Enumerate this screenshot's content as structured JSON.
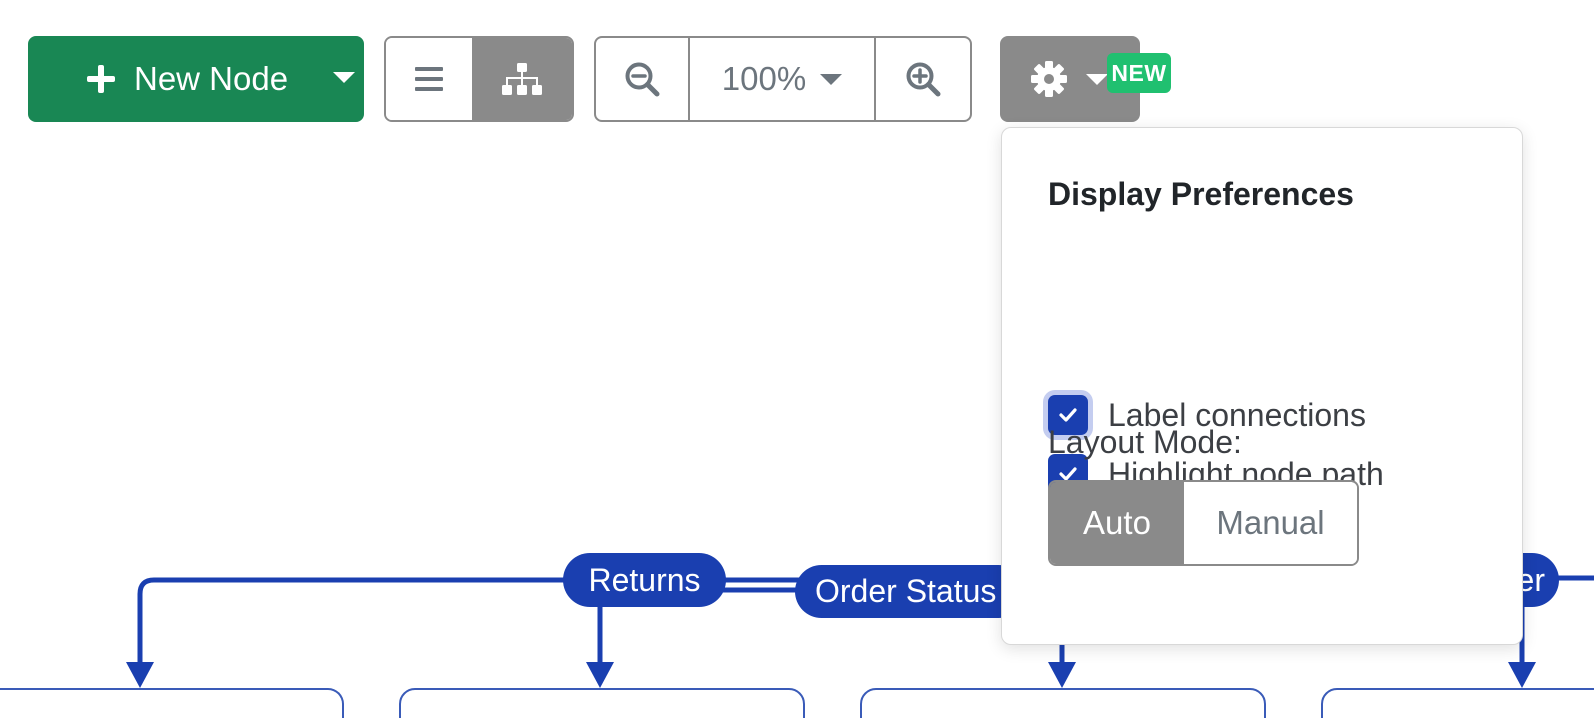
{
  "toolbar": {
    "new_node_label": "New Node",
    "zoom_value": "100%",
    "badge": "NEW"
  },
  "diagram": {
    "edge_labels": [
      "Returns",
      "Order Status",
      "er"
    ]
  },
  "preferences": {
    "title": "Display Preferences",
    "options": [
      {
        "label": "Label connections",
        "checked": true
      },
      {
        "label": "Highlight node path",
        "checked": true
      }
    ],
    "layout_mode_label": "Layout Mode:",
    "layout_modes": [
      "Auto",
      "Manual"
    ],
    "layout_mode_selected": "Auto"
  },
  "colors": {
    "primary_green": "#198754",
    "secondary_gray": "#8a8a8a",
    "accent_blue": "#1a3fb0",
    "badge_green": "#20c070"
  },
  "icons": {
    "add": "plus-icon",
    "dropdown": "caret-down-icon",
    "list_view": "list-icon",
    "tree_view": "sitemap-icon",
    "zoom_out": "zoom-out-icon",
    "zoom_in": "zoom-in-icon",
    "settings": "gear-icon",
    "check": "check-icon"
  }
}
